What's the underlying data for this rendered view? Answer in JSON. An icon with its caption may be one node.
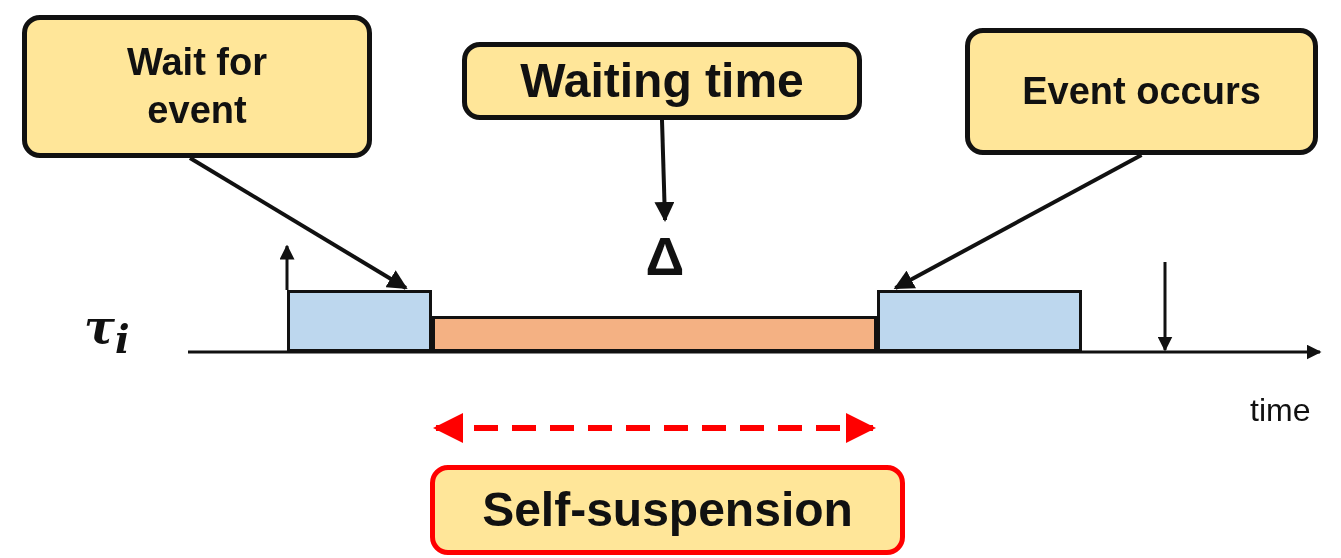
{
  "diagram": {
    "nodes": [
      {
        "text": [
          "Wait for event"
        ]
      },
      {
        "text": [
          "Waiting time"
        ]
      },
      {
        "text": [
          "Event occurs"
        ]
      },
      {
        "text": [],
        "shape": "bar"
      },
      {
        "text": [],
        "shape": "bar"
      },
      {
        "text": [],
        "shape": "bar"
      },
      {
        "text": [
          "Δ"
        ]
      },
      {
        "text": [
          "Self-suspension"
        ]
      }
    ],
    "edges": [
      {
        "from": 0,
        "to": 3,
        "arrow": "to"
      },
      {
        "from": 1,
        "to": 6,
        "arrow": "to"
      },
      {
        "from": 2,
        "to": 5,
        "arrow": "to"
      }
    ],
    "labels": [
      "τ$_{i}$",
      "time"
    ]
  }
}
